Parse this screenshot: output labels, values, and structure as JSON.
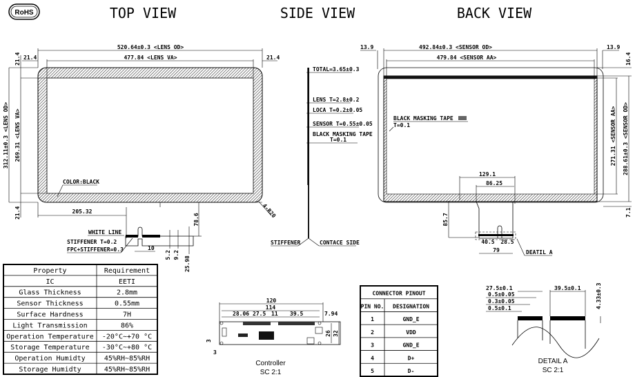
{
  "logo": "RoHS",
  "views": {
    "top": "TOP VIEW",
    "side": "SIDE VIEW",
    "back": "BACK VIEW"
  },
  "top_view": {
    "lens_od": "520.64±0.3 <LENS OD>",
    "lens_va": "477.84 <LENS VA>",
    "margin_left": "21.4",
    "margin_right": "21.4",
    "margin_top": "21.4",
    "margin_bottom": "21.4",
    "height_od": "312.11±0.3 <LENS OD>",
    "height_va": "269.31 <LENS VA>",
    "color_note": "COLOR:BLACK",
    "corner_radius": "4-R20",
    "fpc_offset": "205.32",
    "white_line": "WHITE LINE",
    "stiffener": "STIFFENER T=0.2",
    "fpc_stiffener": "FPC+STIFFENER=0.3",
    "slot_width": "10",
    "dim_5_2": "5.2",
    "dim_9_2": "9.2",
    "dim_25_98": "25.98",
    "fpc_length": "78.6"
  },
  "side_view": {
    "total": "TOTAL=3.65±0.3",
    "lens": "LENS T=2.8±0.2",
    "loca": "LOCA T=0.2±0.05",
    "sensor": "SENSOR T=0.55±0.05",
    "masking": "BLACK MASKING TAPE",
    "masking_t": "T=0.1",
    "stiffener": "STIFFENER",
    "contact_side": "CONTACE SIDE"
  },
  "back_view": {
    "sensor_od": "492.84±0.3 <SENSOR OD>",
    "sensor_aa": "479.84 <SENSOR AA>",
    "margin_left": "13.9",
    "margin_right": "13.9",
    "margin_top": "16.4",
    "margin_bottom": "7.1",
    "height_aa": "271.31 <SENSOR AA>",
    "height_od": "288.61±0.3 <SENSOR OD>",
    "masking": "BLACK MASKING TAPE",
    "masking_t": "T=0.1",
    "dim_129_1": "129.1",
    "dim_86_25": "86.25",
    "dim_85_7": "85.7",
    "dim_40_5": "40.5",
    "dim_28_5": "28.5",
    "dim_79": "79",
    "detail_ref": "DEATIL A"
  },
  "properties": {
    "headers": [
      "Property",
      "Requirement"
    ],
    "rows": [
      [
        "IC",
        "EETI"
      ],
      [
        "Glass Thickness",
        "2.8mm"
      ],
      [
        "Sensor Thickness",
        "0.55mm"
      ],
      [
        "Surface Hardness",
        "7H"
      ],
      [
        "Light Transmission",
        "86%"
      ],
      [
        "Operation Temperature",
        "-20°C~+70 °C"
      ],
      [
        "Storage Temperature",
        "-30°C~+80 °C"
      ],
      [
        "Operation Humidty",
        "45%RH~85%RH"
      ],
      [
        "Storage Humidty",
        "45%RH~85%RH"
      ]
    ]
  },
  "controller": {
    "width": "120",
    "inner": "114",
    "d1": "28.06",
    "d2": "27.5",
    "d3": "11",
    "d4": "39.5",
    "d5": "7.94",
    "h1": "26",
    "h2": "32",
    "e1": "3",
    "e2": "3",
    "label": "Controller",
    "scale": "SC 2:1"
  },
  "pinout": {
    "title": "CONNECTOR PINOUT",
    "headers": [
      "PIN NO.",
      "DESIGNATION"
    ],
    "rows": [
      [
        "1",
        "GND_E"
      ],
      [
        "2",
        "VDD"
      ],
      [
        "3",
        "GND_E"
      ],
      [
        "4",
        "D+"
      ],
      [
        "5",
        "D-"
      ]
    ]
  },
  "detail_a": {
    "d1": "27.5±0.1",
    "d2": "0.5±0.05",
    "d3": "0.3±0.05",
    "d4": "0.5±0.1",
    "d5": "39.5±0.1",
    "d6": "4.33±0.3",
    "label": "DETAIL A",
    "scale": "SC 2:1"
  }
}
